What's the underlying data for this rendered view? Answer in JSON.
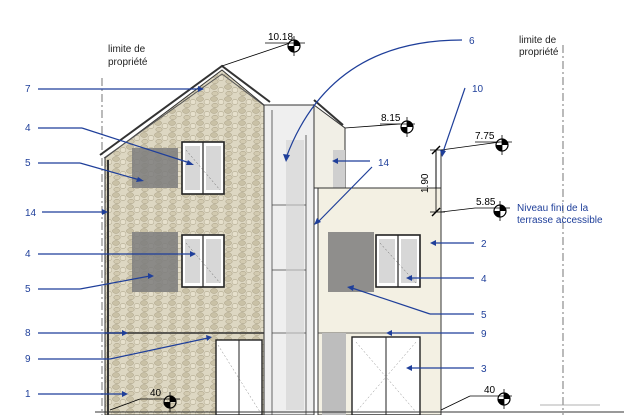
{
  "property_limit_left": [
    "limite de",
    "propriété"
  ],
  "property_limit_right": [
    "limite de",
    "propriété"
  ],
  "levels": {
    "ridge": "10.18",
    "eave_right": "8.15",
    "parapet": "7.75",
    "terrace": "5.85",
    "ground_left": "40",
    "ground_right": "40"
  },
  "dimension_vertical": "1.90",
  "terrace_note": [
    "Niveau fini de la",
    "terrasse accessible"
  ],
  "callouts_left": [
    "7",
    "4",
    "5",
    "14",
    "4",
    "5",
    "8",
    "9",
    "1"
  ],
  "callouts_right": [
    "6",
    "10",
    "14",
    "2",
    "4",
    "5",
    "9",
    "3"
  ],
  "colors": {
    "callout": "#1f3f9a",
    "stone": "#d9d3bd",
    "render": "#f2efe2",
    "shadow": "#7c7c7c"
  }
}
